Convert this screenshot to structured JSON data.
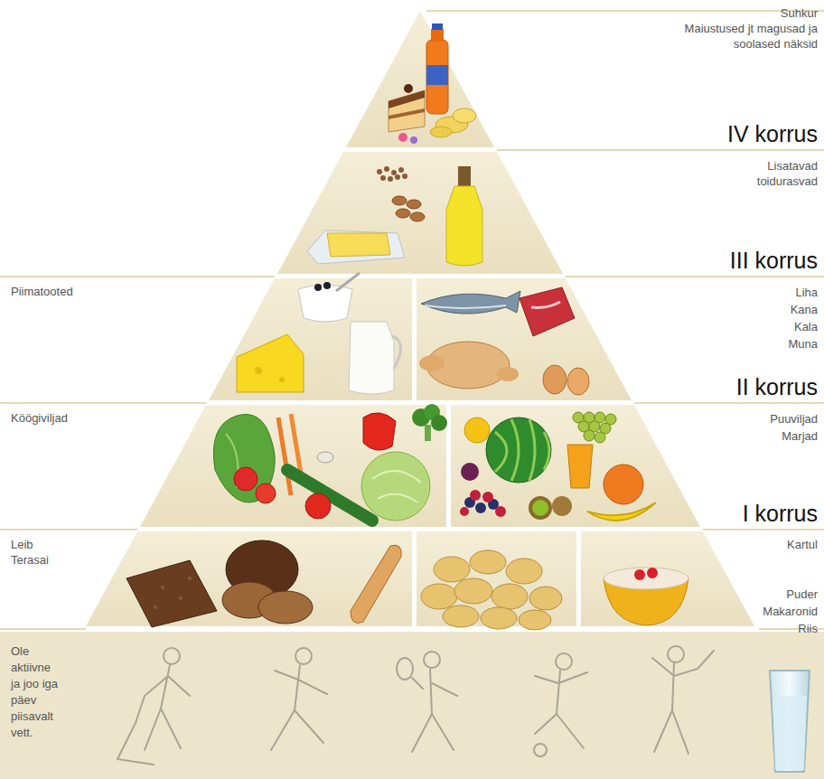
{
  "diagram": {
    "nodes": [
      {
        "text": [
          "Suhkur",
          "Maiustused jt magusad ja soolased näksid"
        ]
      },
      {
        "text": [
          "Lisatavad toidurasvad"
        ]
      },
      {
        "text": [
          "Piimatooted"
        ]
      },
      {
        "text": [
          "Liha",
          "Kana",
          "Kala",
          "Muna"
        ]
      },
      {
        "text": [
          "Köögiviljad"
        ]
      },
      {
        "text": [
          "Puuviljad",
          "Marjad"
        ]
      },
      {
        "text": [
          "Leib",
          "Terasai"
        ]
      },
      {
        "text": [
          "Kartul"
        ]
      },
      {
        "text": [
          "Puder",
          "Makaronid",
          "Riis"
        ]
      },
      {
        "text": [
          "Ole aktiivne ja joo iga päev piisavalt vett."
        ]
      }
    ],
    "labels": [
      "IV korrus",
      "III korrus",
      "II korrus",
      "I korrus"
    ]
  }
}
